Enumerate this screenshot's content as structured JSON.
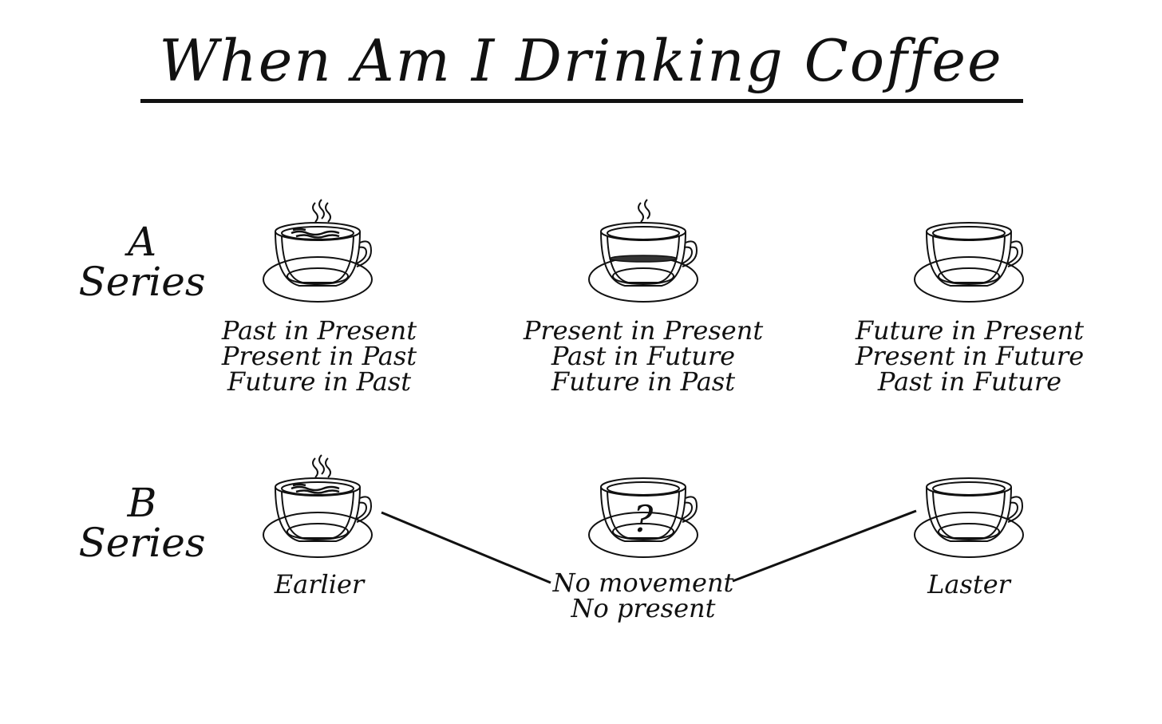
{
  "title": "When Am I Drinking Coffee",
  "a_series": {
    "label_letter": "A",
    "label_word": "Series",
    "cups": [
      {
        "fill": "full",
        "steam": true,
        "lines": [
          "Past in Present",
          "Present in Past",
          "Future in Past"
        ]
      },
      {
        "fill": "half",
        "steam": true,
        "lines": [
          "Present in Present",
          "Past in Future",
          "Future in Past"
        ]
      },
      {
        "fill": "empty",
        "steam": false,
        "lines": [
          "Future in Present",
          "Present in Future",
          "Past in Future"
        ]
      }
    ]
  },
  "b_series": {
    "label_letter": "B",
    "label_word": "Series",
    "cups": [
      {
        "fill": "full",
        "steam": true,
        "lines": [
          "Earlier"
        ]
      },
      {
        "fill": "question",
        "steam": false,
        "symbol": "?",
        "lines": [
          "No movement",
          "No present"
        ]
      },
      {
        "fill": "empty",
        "steam": false,
        "lines": [
          "Laster"
        ]
      }
    ]
  }
}
